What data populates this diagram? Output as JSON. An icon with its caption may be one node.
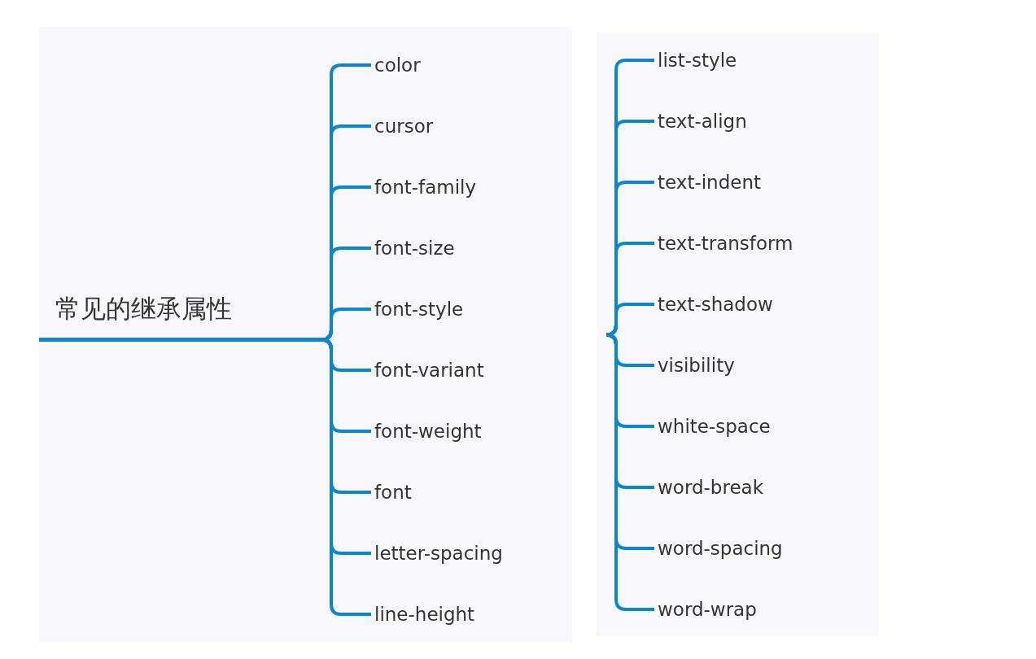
{
  "diagram": {
    "nodes": [
      {
        "text": [
          "常见的继承属性"
        ]
      },
      {
        "text": [
          "color"
        ]
      },
      {
        "text": [
          "cursor"
        ]
      },
      {
        "text": [
          "font-family"
        ]
      },
      {
        "text": [
          "font-size"
        ]
      },
      {
        "text": [
          "font-style"
        ]
      },
      {
        "text": [
          "font-variant"
        ]
      },
      {
        "text": [
          "font-weight"
        ]
      },
      {
        "text": [
          "font"
        ]
      },
      {
        "text": [
          "letter-spacing"
        ]
      },
      {
        "text": [
          "line-height"
        ]
      },
      {
        "text": [
          "list-style"
        ]
      },
      {
        "text": [
          "text-align"
        ]
      },
      {
        "text": [
          "text-indent"
        ]
      },
      {
        "text": [
          "text-transform"
        ]
      },
      {
        "text": [
          "text-shadow"
        ]
      },
      {
        "text": [
          "visibility"
        ]
      },
      {
        "text": [
          "white-space"
        ]
      },
      {
        "text": [
          "word-break"
        ]
      },
      {
        "text": [
          "word-spacing"
        ]
      },
      {
        "text": [
          "word-wrap"
        ]
      }
    ],
    "edges": [
      {
        "from": 0,
        "to": 1,
        "arrow": "none"
      },
      {
        "from": 0,
        "to": 2,
        "arrow": "none"
      },
      {
        "from": 0,
        "to": 3,
        "arrow": "none"
      },
      {
        "from": 0,
        "to": 4,
        "arrow": "none"
      },
      {
        "from": 0,
        "to": 5,
        "arrow": "none"
      },
      {
        "from": 0,
        "to": 6,
        "arrow": "none"
      },
      {
        "from": 0,
        "to": 7,
        "arrow": "none"
      },
      {
        "from": 0,
        "to": 8,
        "arrow": "none"
      },
      {
        "from": 0,
        "to": 9,
        "arrow": "none"
      },
      {
        "from": 0,
        "to": 10,
        "arrow": "none"
      },
      {
        "from": null,
        "to": 11,
        "arrow": "none"
      },
      {
        "from": null,
        "to": 12,
        "arrow": "none"
      },
      {
        "from": null,
        "to": 13,
        "arrow": "none"
      },
      {
        "from": null,
        "to": 14,
        "arrow": "none"
      },
      {
        "from": null,
        "to": 15,
        "arrow": "none"
      },
      {
        "from": null,
        "to": 16,
        "arrow": "none"
      },
      {
        "from": null,
        "to": 17,
        "arrow": "none"
      },
      {
        "from": null,
        "to": 18,
        "arrow": "none"
      },
      {
        "from": null,
        "to": 19,
        "arrow": "none"
      },
      {
        "from": null,
        "to": 20,
        "arrow": "none"
      }
    ]
  }
}
